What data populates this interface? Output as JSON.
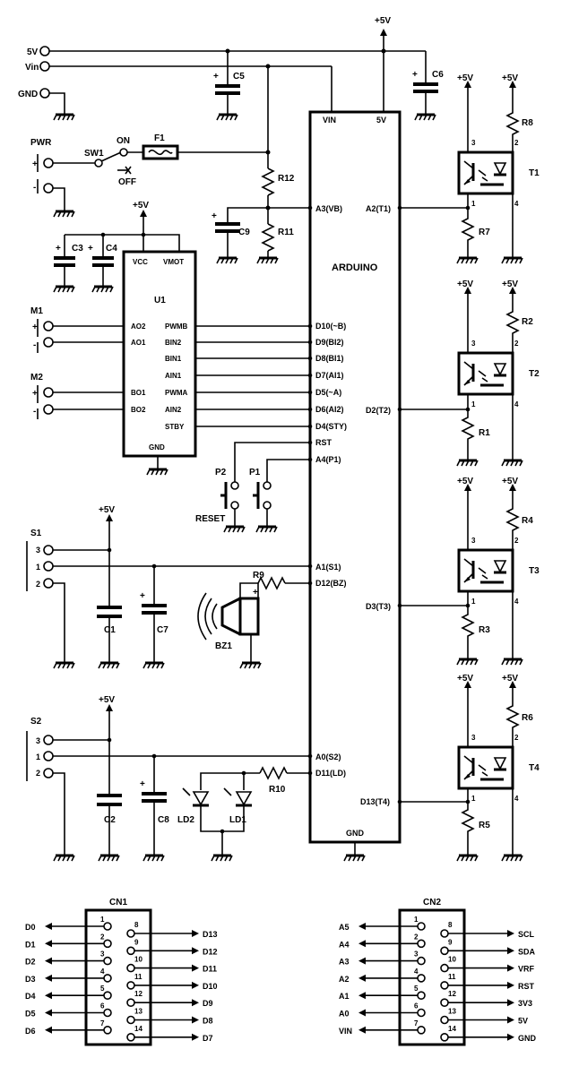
{
  "supply": {
    "vcc_top": "+5V",
    "rail_5v": "5V",
    "rail_vin": "Vin",
    "gnd": "GND",
    "plus5": "+5V"
  },
  "power": {
    "label": "PWR",
    "plus": "+",
    "minus": "-",
    "switch": "SW1",
    "on": "ON",
    "off": "OFF",
    "fuse": "F1"
  },
  "caps": {
    "c1": "C1",
    "c2": "C2",
    "c3": "C3",
    "c4": "C4",
    "c5": "C5",
    "c6": "C6",
    "c7": "C7",
    "c8": "C8",
    "c9": "C9"
  },
  "resistors": {
    "r1": "R1",
    "r2": "R2",
    "r3": "R3",
    "r4": "R4",
    "r5": "R5",
    "r6": "R6",
    "r7": "R7",
    "r8": "R8",
    "r9": "R9",
    "r10": "R10",
    "r11": "R11",
    "r12": "R12"
  },
  "u1": {
    "name": "U1",
    "vcc": "VCC",
    "vmot": "VMOT",
    "gnd": "GND",
    "left": [
      "AO2",
      "AO1",
      "BO1",
      "BO2"
    ],
    "right": [
      "PWMB",
      "BIN2",
      "BIN1",
      "AIN1",
      "PWMA",
      "AIN2",
      "STBY"
    ]
  },
  "motors": {
    "m1": "M1",
    "m2": "M2",
    "plus": "+",
    "minus": "-"
  },
  "arduino": {
    "name": "ARDUINO",
    "vin": "VIN",
    "v5": "5V",
    "gnd": "GND",
    "left": [
      "A3(VB)",
      "D10(~B)",
      "D9(BI2)",
      "D8(BI1)",
      "D7(AI1)",
      "D5(~A)",
      "D6(AI2)",
      "D4(STY)",
      "RST",
      "A4(P1)",
      "A1(S1)",
      "D12(BZ)",
      "A0(S2)",
      "D11(LD)"
    ],
    "right": [
      "A2(T1)",
      "D2(T2)",
      "D3(T3)",
      "D13(T4)"
    ]
  },
  "buttons": {
    "p1": "P1",
    "p2": "P2",
    "reset": "RESET"
  },
  "sensors": {
    "s1": "S1",
    "s2": "S2",
    "pin3": "3",
    "pin1": "1",
    "pin2": "2"
  },
  "buzzer": "BZ1",
  "leds": {
    "ld1": "LD1",
    "ld2": "LD2"
  },
  "opto": {
    "t1": "T1",
    "t2": "T2",
    "t3": "T3",
    "t4": "T4",
    "p1": "1",
    "p2": "2",
    "p3": "3",
    "p4": "4"
  },
  "cn1": {
    "name": "CN1",
    "left": [
      "D0",
      "D1",
      "D2",
      "D3",
      "D4",
      "D5",
      "D6"
    ],
    "right": [
      "D13",
      "D12",
      "D11",
      "D10",
      "D9",
      "D8",
      "D7"
    ],
    "pins_left": [
      "1",
      "2",
      "3",
      "4",
      "5",
      "6",
      "7"
    ],
    "pins_right": [
      "8",
      "9",
      "10",
      "11",
      "12",
      "13",
      "14"
    ]
  },
  "cn2": {
    "name": "CN2",
    "left": [
      "A5",
      "A4",
      "A3",
      "A2",
      "A1",
      "A0",
      "VIN"
    ],
    "right": [
      "SCL",
      "SDA",
      "VRF",
      "RST",
      "3V3",
      "5V",
      "GND"
    ],
    "pins_left": [
      "1",
      "2",
      "3",
      "4",
      "5",
      "6",
      "7"
    ],
    "pins_right": [
      "8",
      "9",
      "10",
      "11",
      "12",
      "13",
      "14"
    ]
  }
}
